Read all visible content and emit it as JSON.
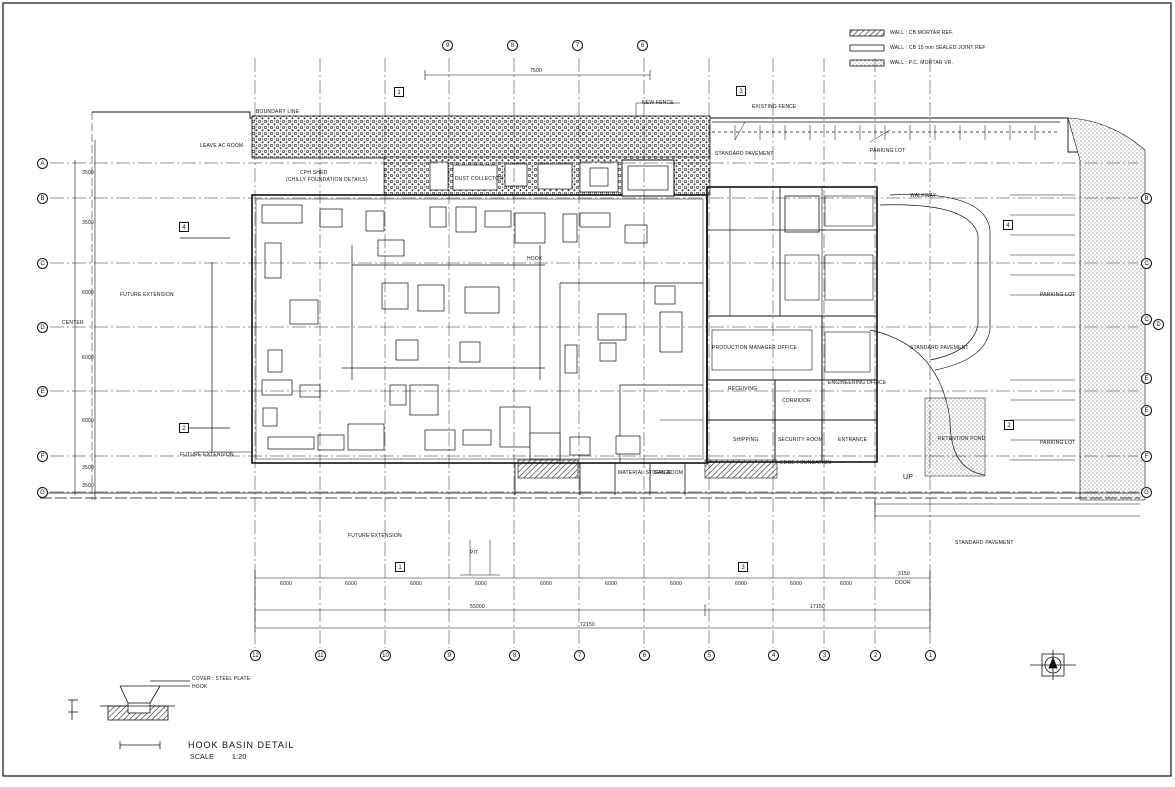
{
  "legend": {
    "items": [
      {
        "label": "WALL : CB MORTAR REF.",
        "pattern": "hatch"
      },
      {
        "label": "WALL : CB 15 mm SEALED JOINT REF",
        "pattern": "plain"
      },
      {
        "label": "WALL : P.C. MORTAR VR.",
        "pattern": "dot"
      }
    ]
  },
  "grid": {
    "rows": [
      "A",
      "B",
      "C",
      "D",
      "E",
      "F",
      "G"
    ],
    "columns": [
      "12",
      "11",
      "10",
      "9",
      "8",
      "7",
      "6",
      "5",
      "4",
      "3",
      "2",
      "1"
    ],
    "top_columns": [
      "9",
      "8",
      "7",
      "6"
    ],
    "d_right": "D"
  },
  "section_markers": [
    "1",
    "2",
    "3",
    "4"
  ],
  "labels": {
    "boundary_line": "BOUNDARY LINE",
    "future_extension": "FUTURE EXTENSION",
    "future_extension_2": "FUTURE EXTENSION",
    "future_extension_3": "FUTURE EXTENSION",
    "pit": "PIT",
    "leave_ac_room": "LEAVE AC ROOM",
    "cph_shed": "CPH SHED",
    "cph_note": "(CHILLY FOUNDATION DETAILS)",
    "dust_collector": "DUST COLLECTOR",
    "standard_pavement": "STANDARD PAVEMENT",
    "standard_pavement_2": "STANDARD PAVEMENT",
    "standard_pavement_3": "STANDARD PAVEMENT",
    "walkway": "WALKWAY",
    "parking_lot": "PARKING LOT",
    "parking_lot_2": "PARKING LOT",
    "parking_lot_3": "PARKING LOT",
    "receiving": "RECEIVING",
    "shipping": "SHIPPING",
    "security_room": "SECURITY ROOM",
    "entrance": "ENTRANCE",
    "corridor": "CORRIDOR",
    "material_storage": "MATERIAL STORAGE",
    "gas_room": "GAS ROOM",
    "production_manager": "PRODUCTION MANAGER OFFICE",
    "engineering_office": "ENGINEERING OFFICE",
    "existing_fence": "EXISTING FENCE",
    "new_fence": "NEW FENCE",
    "door": "DOOR",
    "retention_pond": "RETENTION POND",
    "up": "UP",
    "edge_foundation": "EDGE FOUNDATION",
    "hook": "HOOK",
    "center": "CENTER",
    "grating_cover": "COVER : STEEL PLATE"
  },
  "dimensions": {
    "top_overall": "7500",
    "bottom_left": "55000",
    "bottom_right": "17150",
    "bottom_total": "72150",
    "bays": [
      "6000",
      "6000",
      "6000",
      "6000",
      "6000",
      "6000",
      "6000",
      "6000",
      "6000",
      "6000",
      "3150"
    ],
    "left_side": [
      "3500",
      "3500",
      "6000",
      "6000",
      "6000",
      "3500",
      "3500"
    ]
  },
  "detail": {
    "title": "HOOK BASIN DETAIL",
    "scale_label": "SCALE",
    "scale_value": "1:20",
    "note": "HOOK"
  },
  "colors": {
    "ink": "#111111",
    "paper": "#ffffff",
    "hatch": "#555555"
  }
}
